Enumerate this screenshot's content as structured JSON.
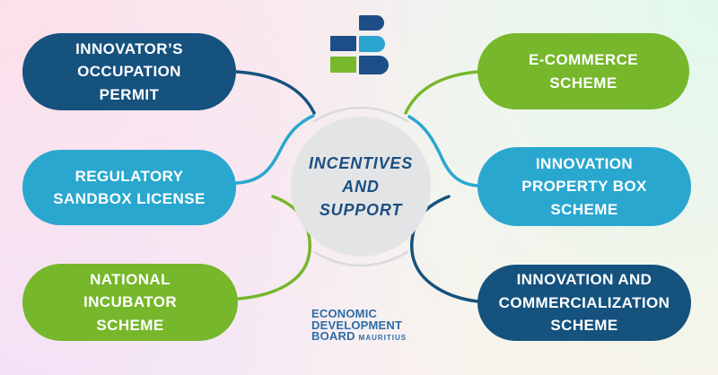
{
  "palette": {
    "dark_blue": "#15527E",
    "cyan": "#2AA7CF",
    "green": "#76B72B",
    "circle_fill": "#E3E4E6",
    "center_text_blue": "#1B4F82",
    "wordmark_blue": "#2D6CA8",
    "logo_dark_blue": "#1D4E87",
    "logo_cyan": "#2BA3CF",
    "logo_green": "#77B82D",
    "background_corners": {
      "top_left": "#FCDFEB",
      "top_right": "#E2F8EC",
      "bottom_right": "#FDF4E8",
      "bottom_left": "#F0E2FA"
    }
  },
  "center": {
    "line1": "INCENTIVES",
    "line2": "AND",
    "line3": "SUPPORT"
  },
  "nodes": {
    "left": [
      {
        "id": "innovators-occupation-permit",
        "label": "INNOVATOR’S\nOCCUPATION\nPERMIT",
        "color": "#15527E"
      },
      {
        "id": "regulatory-sandbox-license",
        "label": "REGULATORY\nSANDBOX LICENSE",
        "color": "#2AA7CF"
      },
      {
        "id": "national-incubator-scheme",
        "label": "NATIONAL\nINCUBATOR\nSCHEME",
        "color": "#76B72B"
      }
    ],
    "right": [
      {
        "id": "e-commerce-scheme",
        "label": "E-COMMERCE\nSCHEME",
        "color": "#76B72B"
      },
      {
        "id": "innovation-property-box-scheme",
        "label": "INNOVATION\nPROPERTY BOX\nSCHEME",
        "color": "#2AA7CF"
      },
      {
        "id": "innovation-and-commercialization-scheme",
        "label": "INNOVATION AND\nCOMMERCIALIZATION\nSCHEME",
        "color": "#15527E"
      }
    ]
  },
  "wordmark": {
    "line1": "ECONOMIC",
    "line2": "DEVELOPMENT",
    "line3": "BOARD",
    "suffix": "MAURITIUS"
  }
}
